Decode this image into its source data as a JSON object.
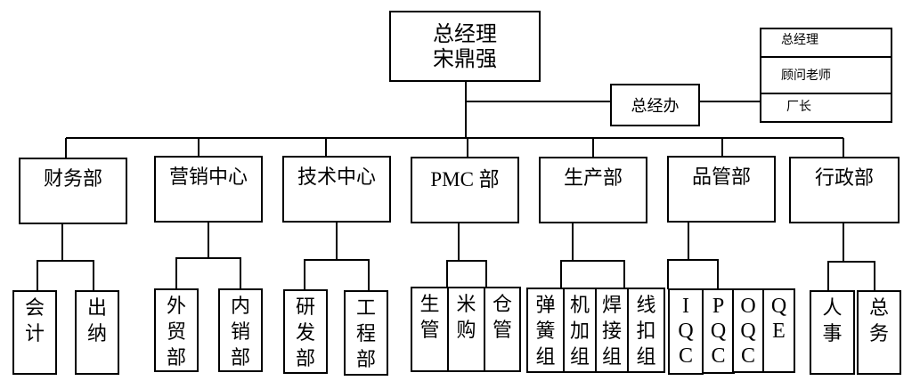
{
  "chart": {
    "top": {
      "title": "总经理",
      "name": "宋鼎强"
    },
    "gm_office": {
      "label": "总经办"
    },
    "side_list": {
      "items": [
        "总经理",
        "顾问老师",
        "厂长"
      ]
    },
    "departments": [
      {
        "label": "财务部",
        "children": [
          "会计",
          "出纳"
        ]
      },
      {
        "label": "营销中心",
        "children": [
          "外贸部",
          "内销部"
        ]
      },
      {
        "label": "技术中心",
        "children": [
          "研发部",
          "工程部"
        ]
      },
      {
        "label": "PMC 部",
        "children": [
          "生管",
          "米购",
          "仓管"
        ]
      },
      {
        "label": "生产部",
        "children": [
          "弹簧组",
          "机加组",
          "焊接组",
          "线扣组"
        ]
      },
      {
        "label": "品管部",
        "children": [
          "IQC",
          "PQC",
          "OQC",
          "QE"
        ]
      },
      {
        "label": "行政部",
        "children": [
          "人事",
          "总务"
        ]
      }
    ]
  }
}
